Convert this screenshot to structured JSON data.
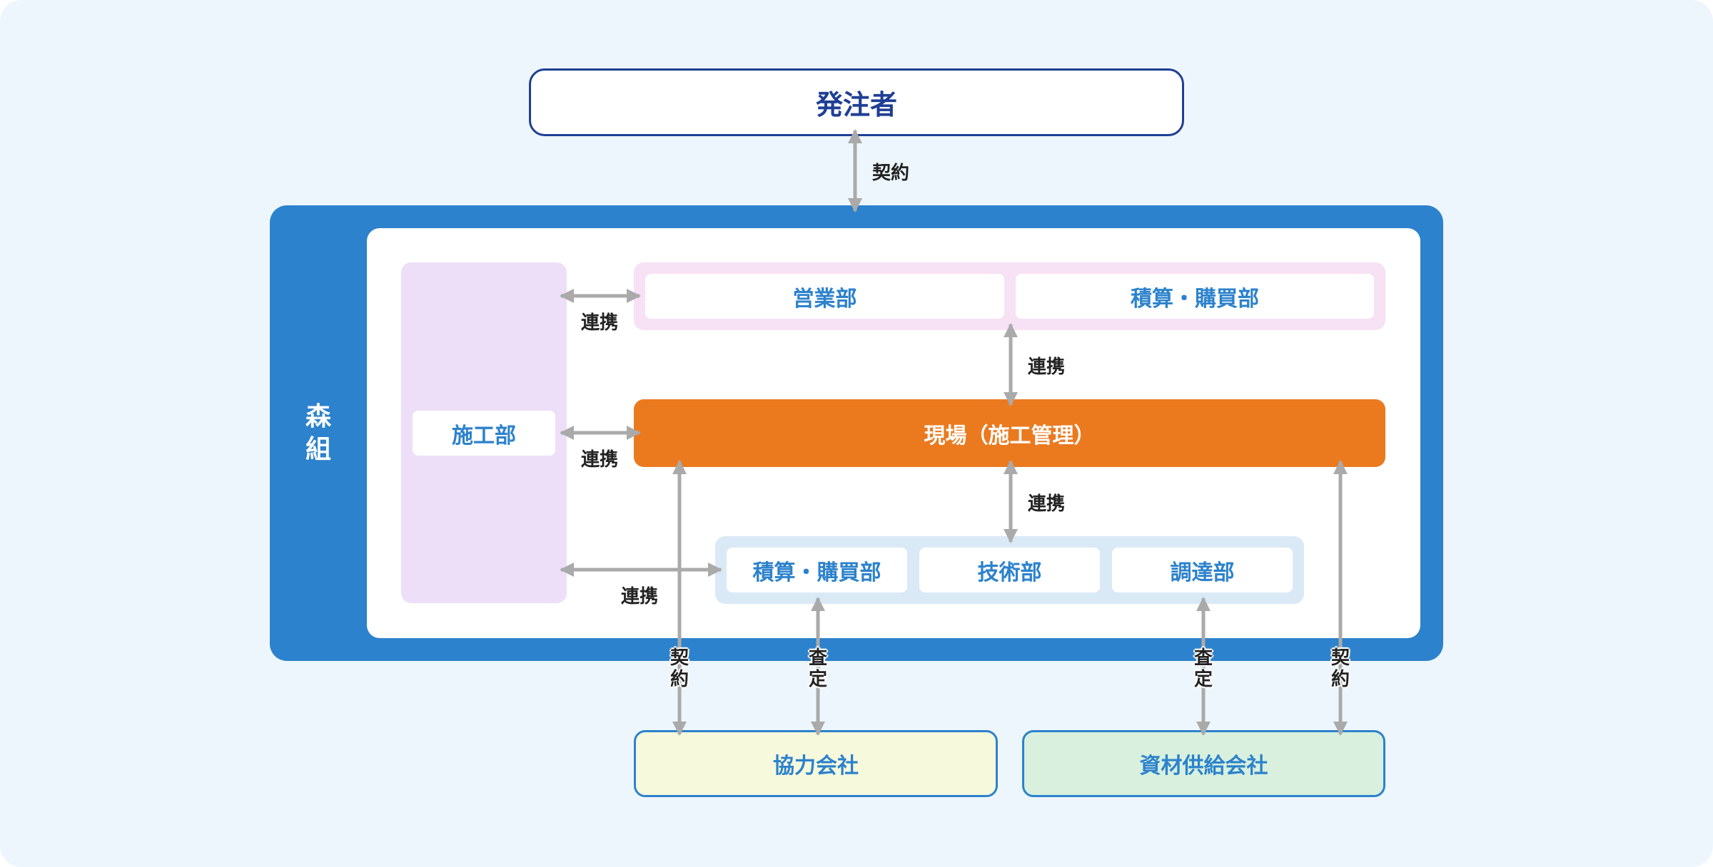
{
  "client": {
    "label": "発注者"
  },
  "company": {
    "label_chars": [
      "森",
      "組"
    ],
    "construction_dept": "施工部",
    "top_group": [
      "営業部",
      "積算・購買部"
    ],
    "site": "現場（施工管理）",
    "bottom_group": [
      "積算・購買部",
      "技術部",
      "調達部"
    ]
  },
  "external": {
    "partner": "協力会社",
    "supplier": "資材供給会社"
  },
  "relations": {
    "contract": "契約",
    "cooperation": "連携",
    "assessment": "査定",
    "contract_vertical": [
      "契",
      "約"
    ],
    "assessment_vertical": [
      "査",
      "定"
    ]
  },
  "colors": {
    "background": "#eef6fd",
    "company_blue": "#2c82cc",
    "client_navy": "#1f3f94",
    "site_orange": "#eb7a1f",
    "lavender": "#eedff8",
    "pink": "#f7e1f4",
    "light_blue": "#dae9f6",
    "partner_fill": "#f6f9dc",
    "supplier_fill": "#d8f0dd",
    "arrow_gray": "#aaaaaa"
  }
}
